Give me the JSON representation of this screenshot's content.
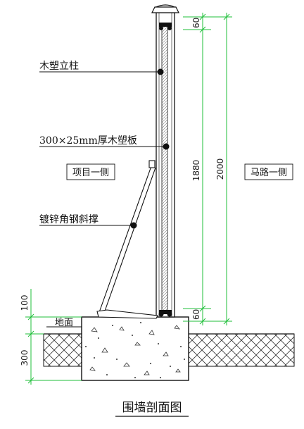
{
  "labels": {
    "post": "木塑立柱",
    "panel": "300×25mm厚木塑板",
    "project_side": "项目一侧",
    "road_side": "马路一侧",
    "brace": "镀锌角钢斜撑",
    "ground": "地面"
  },
  "dimensions": {
    "top_cap": "60",
    "bottom_cap": "60",
    "panel_height": "1880",
    "total_height": "2000",
    "above_ground": "100",
    "foundation_depth": "300"
  },
  "title": "围墙剖面图",
  "colors": {
    "line": "#111111",
    "dimension": "#1fbf3a"
  }
}
